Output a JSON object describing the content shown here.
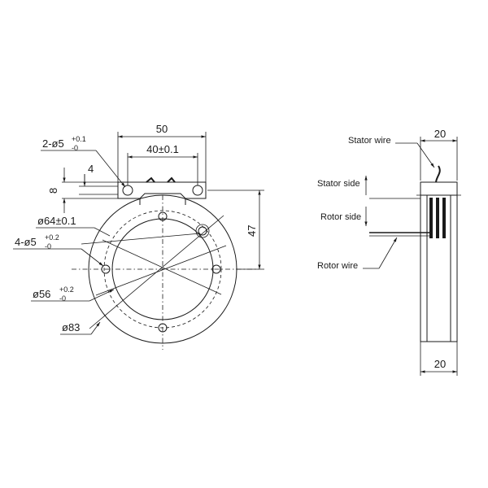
{
  "front_view": {
    "dim_50": "50",
    "dim_40": "40±0.1",
    "dim_4": "4",
    "dim_8": "8",
    "dim_47": "47",
    "hole_2_base": "2-ø5",
    "hole_2_up": "+0.1",
    "hole_2_down": "-0",
    "dia_64": "ø64±0.1",
    "hole_4_base": "4-ø5",
    "hole_4_up": "+0.2",
    "hole_4_down": "-0",
    "dia_56_base": "ø56",
    "dia_56_up": "+0.2",
    "dia_56_down": "-0",
    "dia_83": "ø83"
  },
  "side_view": {
    "dim_top": "20",
    "dim_bottom": "20",
    "stator_wire": "Stator wire",
    "stator_side": "Stator side",
    "rotor_side": "Rotor side",
    "rotor_wire": "Rotor wire"
  }
}
